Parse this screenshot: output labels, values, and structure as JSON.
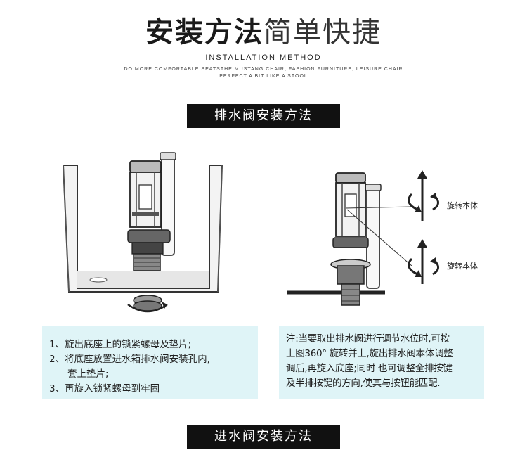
{
  "header": {
    "title_bold": "安装方法",
    "title_light": "简单快捷",
    "subtitle": "INSTALLATION METHOD",
    "tagline_line1": "DO MORE COMFORTABLE SEATSTHE MUSTANG CHAIR, FASHION FURNITURE, LEISURE CHAIR",
    "tagline_line2": "PERFECT A BIT LIKE A STOOL"
  },
  "sections": {
    "drain_valve_title": "排水阀安装方法",
    "inlet_valve_title": "进水阀安装方法"
  },
  "diagram_right": {
    "label_top": "旋转本体",
    "label_bottom": "旋转本体"
  },
  "instructions_left": [
    "1、旋出底座上的锁紧螺母及垫片;",
    "2、将底座放置进水箱排水阀安装孔内,",
    "套上垫片;",
    "3、再旋入锁紧螺母到牢固"
  ],
  "instructions_right": [
    "注:当要取出排水阀进行调节水位时,可按",
    "上图360° 旋转并上,旋出排水阀本体调整",
    "调后,再旋入底座;同时 也可调整全排按键",
    "及半排按键的方向,使其与按钮能匹配."
  ]
}
